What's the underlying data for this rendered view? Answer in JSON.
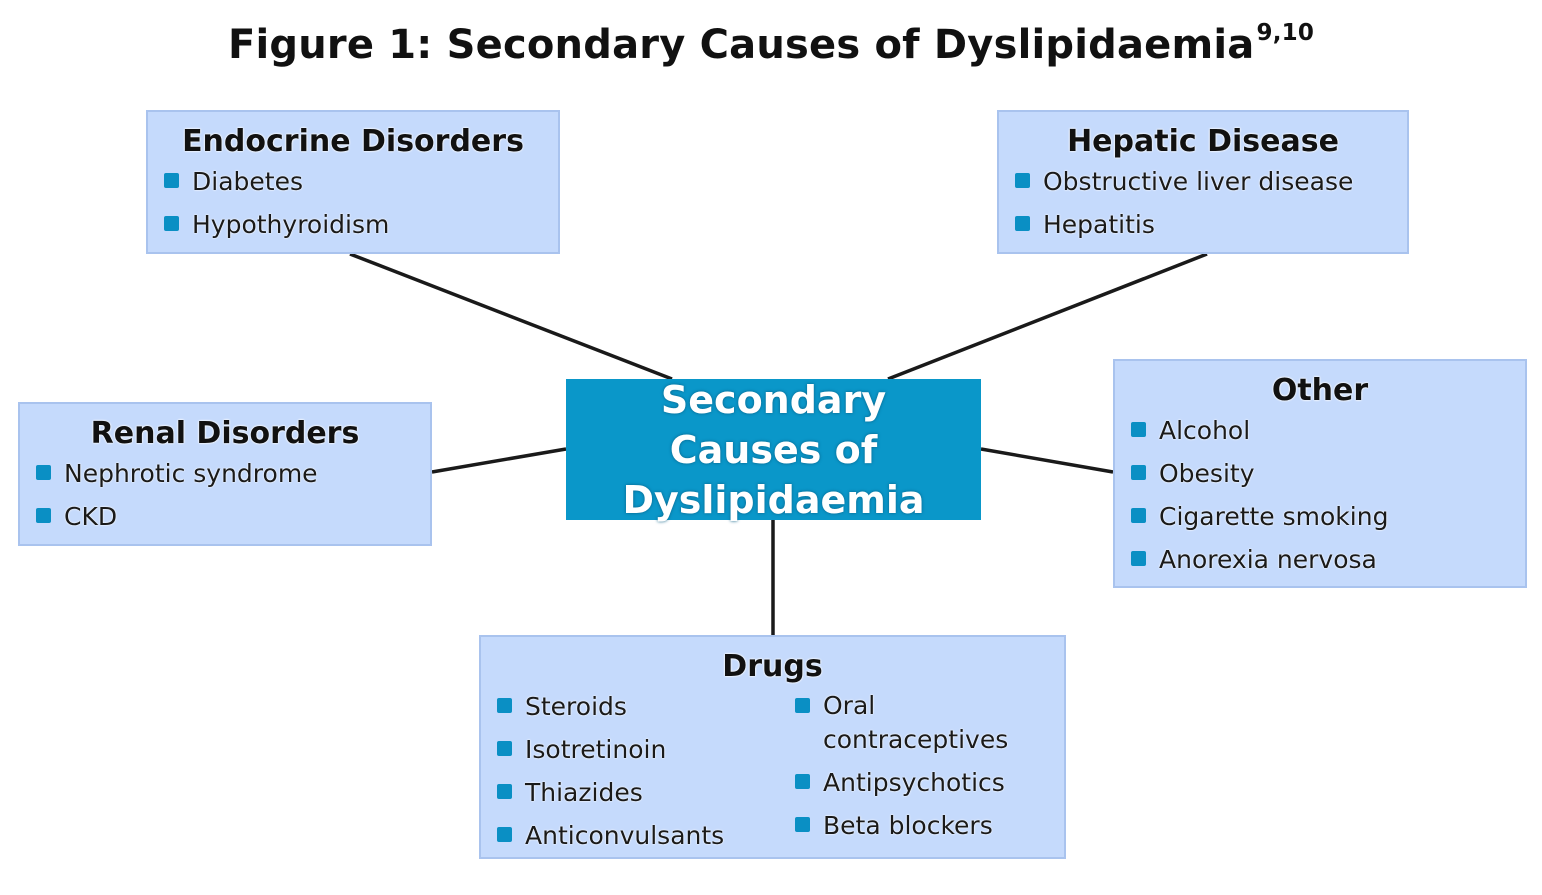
{
  "figure": {
    "title": "Figure 1: Secondary Causes of Dyslipidaemia",
    "title_refs": "9,10"
  },
  "center": {
    "label": "Secondary Causes of Dyslipidaemia",
    "color": "#0a97c9"
  },
  "colors": {
    "box_fill": "#c5dafc",
    "bullet": "#0a8fc4",
    "connector": "#1a1a1a"
  },
  "groups": {
    "endocrine": {
      "title": "Endocrine Disorders",
      "items": [
        "Diabetes",
        "Hypothyroidism"
      ]
    },
    "hepatic": {
      "title": "Hepatic Disease",
      "items": [
        "Obstructive liver disease",
        "Hepatitis"
      ]
    },
    "renal": {
      "title": "Renal Disorders",
      "items": [
        "Nephrotic syndrome",
        "CKD"
      ]
    },
    "other": {
      "title": "Other",
      "items": [
        "Alcohol",
        "Obesity",
        "Cigarette smoking",
        "Anorexia nervosa"
      ]
    },
    "drugs": {
      "title": "Drugs",
      "items_left": [
        "Steroids",
        "Isotretinoin",
        "Thiazides",
        "Anticonvulsants"
      ],
      "items_right": [
        "Oral contraceptives",
        "Antipsychotics",
        "Beta blockers"
      ]
    }
  }
}
